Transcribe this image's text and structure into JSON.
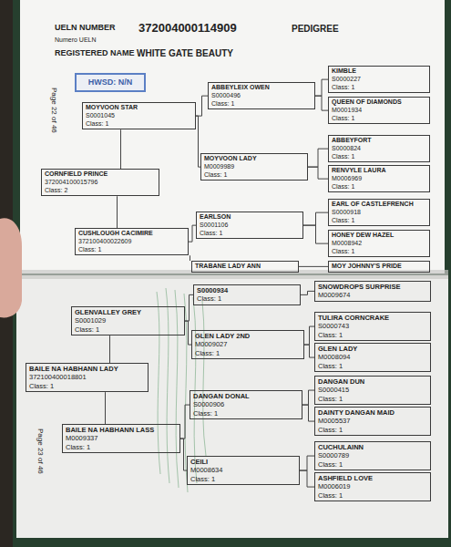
{
  "diagram": {
    "nodes": [
      {
        "text": [
          "HWSD: N/N"
        ]
      },
      {
        "text": [
          "CORNFIELD PRINCE",
          "372004100015796",
          "Class: 2"
        ]
      },
      {
        "text": [
          "MOYVOON STAR",
          "S0001045",
          "Class: 1"
        ]
      },
      {
        "text": [
          "CUSHLOUGH CACIMIRE",
          "372100400022609",
          "Class: 1"
        ]
      },
      {
        "text": [
          "ABBEYLEIX OWEN",
          "S0000496",
          "Class: 1"
        ]
      },
      {
        "text": [
          "MOYVOON LADY",
          "M0009989",
          "Class: 1"
        ]
      },
      {
        "text": [
          "EARLSON",
          "S0001106",
          "Class: 1"
        ]
      },
      {
        "text": [
          "TRABANE LADY ANN"
        ]
      },
      {
        "text": [
          "KIMBLE",
          "S0000227",
          "Class: 1"
        ]
      },
      {
        "text": [
          "QUEEN OF DIAMONDS",
          "M0001934",
          "Class: 1"
        ]
      },
      {
        "text": [
          "ABBEYFORT",
          "S0000824",
          "Class: 1"
        ]
      },
      {
        "text": [
          "RENVYLE LAURA",
          "M0006969",
          "Class: 1"
        ]
      },
      {
        "text": [
          "EARL OF CASTLEFRENCH",
          "S0000918",
          "Class: 1"
        ]
      },
      {
        "text": [
          "HONEY DEW HAZEL",
          "M0008942",
          "Class: 1"
        ]
      },
      {
        "text": [
          "MOY JOHNNY'S PRIDE"
        ]
      },
      {
        "text": [
          "BAILE NA HABHANN LADY",
          "372100400018801",
          "Class: 1"
        ]
      },
      {
        "text": [
          "GLENVALLEY GREY",
          "S0001029",
          "Class: 1"
        ]
      },
      {
        "text": [
          "BAILE NA HABHANN LASS",
          "M0009337",
          "Class: 1"
        ]
      },
      {
        "text": [
          "S0000934",
          "Class: 1"
        ]
      },
      {
        "text": [
          "GLEN LADY 2ND",
          "M0009027",
          "Class: 1"
        ]
      },
      {
        "text": [
          "DANGAN DONAL",
          "S0000906",
          "Class: 1"
        ]
      },
      {
        "text": [
          "CEILI",
          "M0008634",
          "Class: 1"
        ]
      },
      {
        "text": [
          "SNOWDROPS SURPRISE",
          "M0009674"
        ]
      },
      {
        "text": [
          "TULIRA CORNCRAKE",
          "S0000743",
          "Class: 1"
        ]
      },
      {
        "text": [
          "GLEN LADY",
          "M0008094",
          "Class: 1"
        ]
      },
      {
        "text": [
          "DANGAN DUN",
          "S0000415",
          "Class: 1"
        ]
      },
      {
        "text": [
          "DAINTY DANGAN MAID",
          "M0005537",
          "Class: 1"
        ]
      },
      {
        "text": [
          "CUCHULAINN",
          "S0000789",
          "Class: 1"
        ]
      },
      {
        "text": [
          "ASHFIELD LOVE",
          "M0006019",
          "Class: 1"
        ]
      }
    ],
    "edges": [
      {
        "from": 1,
        "to": 2,
        "arrow": "none"
      },
      {
        "from": 1,
        "to": 3,
        "arrow": "none"
      },
      {
        "from": 2,
        "to": 4,
        "arrow": "none"
      },
      {
        "from": 2,
        "to": 5,
        "arrow": "none"
      },
      {
        "from": 3,
        "to": 6,
        "arrow": "none"
      },
      {
        "from": 3,
        "to": 7,
        "arrow": "none"
      },
      {
        "from": 4,
        "to": 8,
        "arrow": "none"
      },
      {
        "from": 4,
        "to": 9,
        "arrow": "none"
      },
      {
        "from": 5,
        "to": 10,
        "arrow": "none"
      },
      {
        "from": 5,
        "to": 11,
        "arrow": "none"
      },
      {
        "from": 6,
        "to": 12,
        "arrow": "none"
      },
      {
        "from": 6,
        "to": 13,
        "arrow": "none"
      },
      {
        "from": 7,
        "to": 14,
        "arrow": "none"
      },
      {
        "from": 15,
        "to": 16,
        "arrow": "none"
      },
      {
        "from": 15,
        "to": 17,
        "arrow": "none"
      },
      {
        "from": 16,
        "to": 18,
        "arrow": "none"
      },
      {
        "from": 16,
        "to": 19,
        "arrow": "none"
      },
      {
        "from": 17,
        "to": 20,
        "arrow": "none"
      },
      {
        "from": 17,
        "to": 21,
        "arrow": "none"
      },
      {
        "from": 18,
        "to": 22,
        "arrow": "none"
      },
      {
        "from": 19,
        "to": 23,
        "arrow": "none"
      },
      {
        "from": 19,
        "to": 24,
        "arrow": "none"
      },
      {
        "from": 20,
        "to": 25,
        "arrow": "none"
      },
      {
        "from": 20,
        "to": 26,
        "arrow": "none"
      },
      {
        "from": 21,
        "to": 27,
        "arrow": "none"
      },
      {
        "from": 21,
        "to": 28,
        "arrow": "none"
      }
    ],
    "labels": [
      "UELN NUMBER",
      "Numero UELN",
      "372004000114909",
      "PEDIGREE",
      "REGISTERED NAME",
      "WHITE GATE BEAUTY",
      "Page 22 of 46",
      "Page 23 of 46"
    ]
  }
}
